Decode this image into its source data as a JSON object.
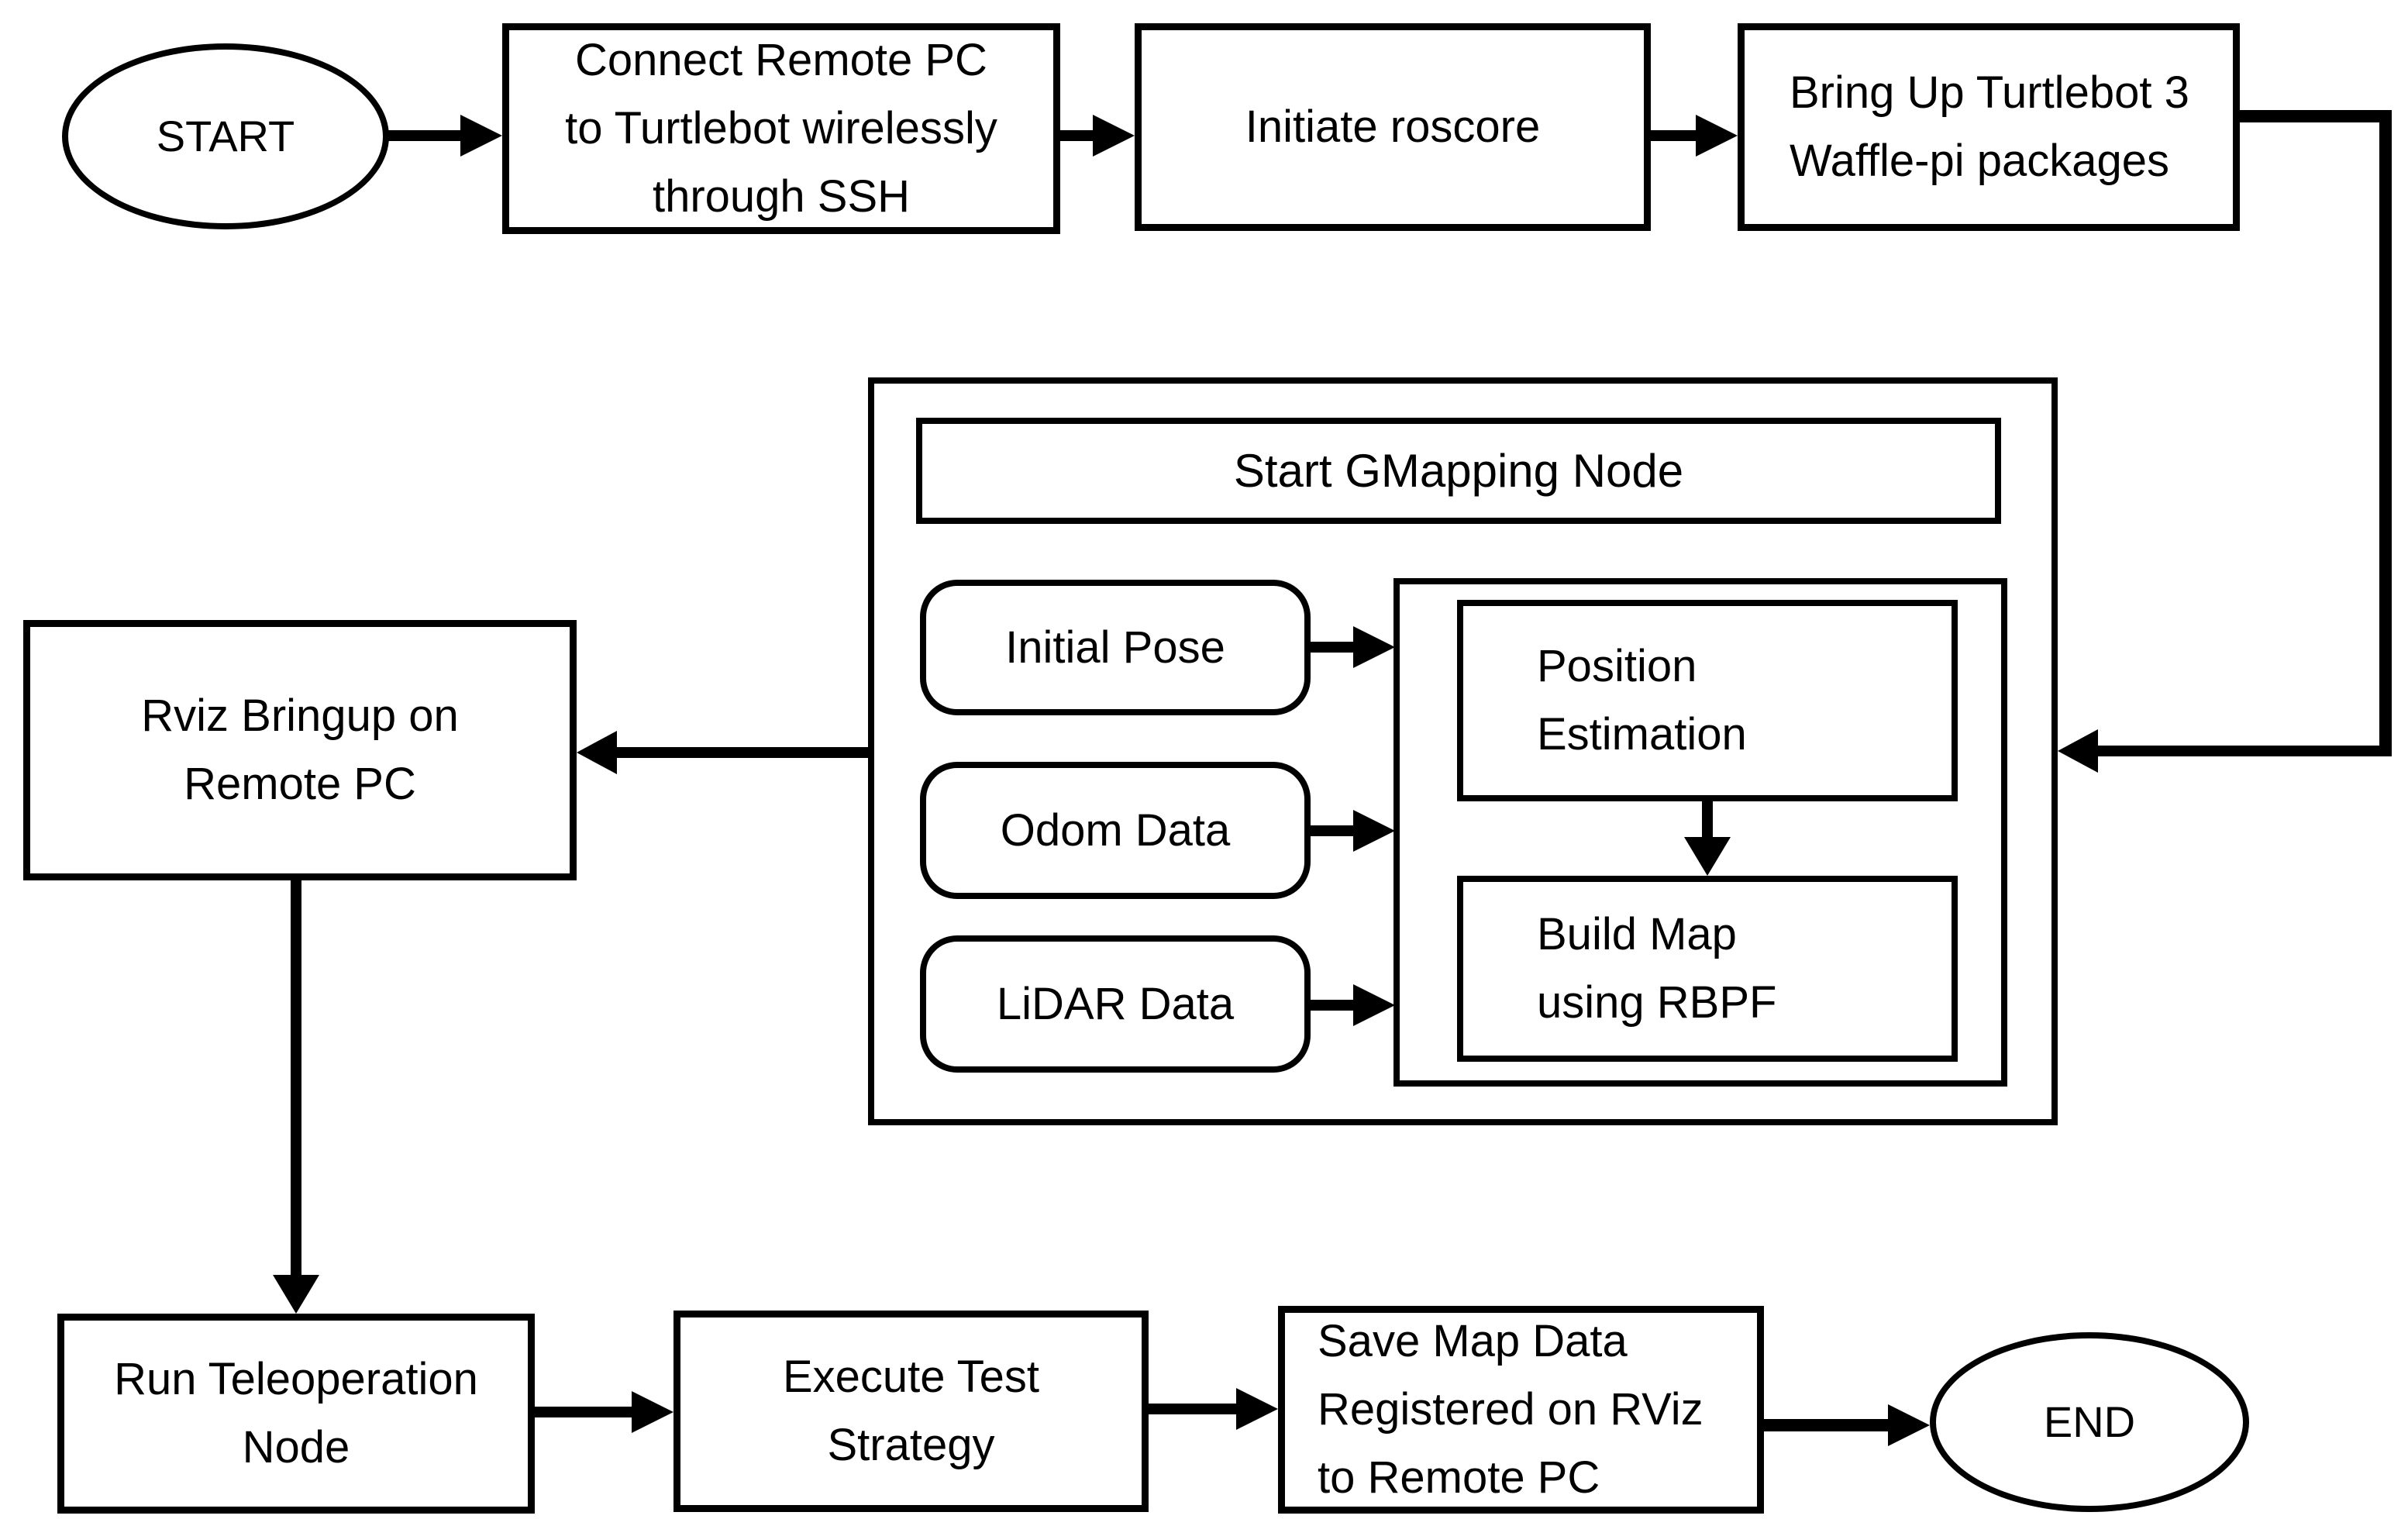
{
  "diagram": {
    "colors": {
      "background": "#ffffff",
      "stroke": "#000000",
      "text": "#000000"
    },
    "nodes": {
      "start": {
        "label": "START",
        "shape": "ellipse"
      },
      "connect_ssh": {
        "label": "Connect Remote PC\nto Turtlebot wirelessly\nthrough SSH",
        "shape": "rect"
      },
      "initiate_roscore": {
        "label": "Initiate roscore",
        "shape": "rect"
      },
      "bringup_turtlebot": {
        "label": "Bring Up Turtlebot 3\nWaffle-pi packages",
        "shape": "rect"
      },
      "gmapping_header": {
        "label": "Start GMapping Node",
        "shape": "rect"
      },
      "initial_pose": {
        "label": "Initial Pose",
        "shape": "rounded-rect"
      },
      "odom_data": {
        "label": "Odom Data",
        "shape": "rounded-rect"
      },
      "lidar_data": {
        "label": "LiDAR Data",
        "shape": "rounded-rect"
      },
      "position_estimation": {
        "label": "Position\nEstimation",
        "shape": "rect"
      },
      "build_map": {
        "label": "Build Map\nusing RBPF",
        "shape": "rect"
      },
      "rviz_bringup": {
        "label": "Rviz Bringup on\nRemote PC",
        "shape": "rect"
      },
      "run_teleoperation": {
        "label": "Run Teleoperation\nNode",
        "shape": "rect"
      },
      "execute_test": {
        "label": "Execute Test\nStrategy",
        "shape": "rect"
      },
      "save_map": {
        "label": "Save Map Data\nRegistered on RViz\nto Remote PC",
        "shape": "rect"
      },
      "end": {
        "label": "END",
        "shape": "ellipse"
      }
    },
    "edges": [
      {
        "from": "start",
        "to": "connect_ssh"
      },
      {
        "from": "connect_ssh",
        "to": "initiate_roscore"
      },
      {
        "from": "initiate_roscore",
        "to": "bringup_turtlebot"
      },
      {
        "from": "bringup_turtlebot",
        "to": "gmapping_group"
      },
      {
        "from": "gmapping_group",
        "to": "rviz_bringup"
      },
      {
        "from": "initial_pose",
        "to": "position_estimation"
      },
      {
        "from": "odom_data",
        "to": "position_estimation"
      },
      {
        "from": "lidar_data",
        "to": "build_map"
      },
      {
        "from": "position_estimation",
        "to": "build_map"
      },
      {
        "from": "rviz_bringup",
        "to": "run_teleoperation"
      },
      {
        "from": "run_teleoperation",
        "to": "execute_test"
      },
      {
        "from": "execute_test",
        "to": "save_map"
      },
      {
        "from": "save_map",
        "to": "end"
      }
    ]
  }
}
